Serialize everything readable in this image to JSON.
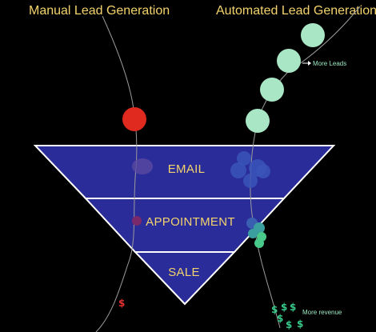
{
  "titles": {
    "manual": "Manual Lead Generation",
    "automated": "Automated Lead Generation"
  },
  "funnel": {
    "stages": [
      "EMAIL",
      "APPOINTMENT",
      "SALE"
    ]
  },
  "annotations": {
    "more_leads": "More Leads",
    "more_revenue": "More revenue"
  },
  "symbols": {
    "dollar": "$"
  },
  "colors": {
    "background": "#000000",
    "funnel_fill": "#2a2c99",
    "funnel_stroke": "#ffffff",
    "title_text": "#f3d36b",
    "manual_lead": "#e02a20",
    "automated_lead": "#a8e6c6",
    "dollar_green": "#37c98a",
    "dollar_red": "#e53030"
  }
}
